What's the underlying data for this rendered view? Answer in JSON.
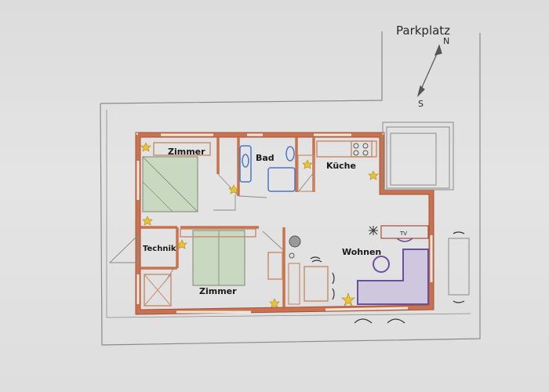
{
  "labels": {
    "parking": "Parkplatz",
    "north": "N",
    "south": "S",
    "room_top_left": "Zimmer",
    "bath": "Bad",
    "kitchen": "Küche",
    "technik": "Technik",
    "room_bottom": "Zimmer",
    "living": "Wohnen",
    "tv": "TV"
  },
  "colors": {
    "paper": "#e2e2e2",
    "pencil": "#8a8a8a",
    "wall": "#c8734f",
    "wall_edge": "#a8503a",
    "bed": "#c9d8c0",
    "blue_fixture": "#4a78c8",
    "purple_rug": "#6b4fa0",
    "furniture": "#c98f6e",
    "light": "#e8c23a"
  }
}
